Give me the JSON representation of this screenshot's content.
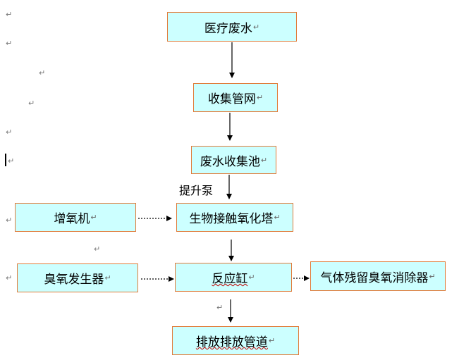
{
  "nodes": {
    "medical_wastewater": "医疗废水",
    "collection_network": "收集管网",
    "wastewater_tank": "废水收集池",
    "bio_tower": "生物接触氧化塔",
    "aerator": "增氧机",
    "ozone_generator": "臭氧发生器",
    "reaction_tank": "反应缸",
    "ozone_eliminator": "气体残留臭氧消除器",
    "discharge_pipe": "排放排放管道"
  },
  "edge_labels": {
    "lift_pump": "提升泵"
  },
  "paragraph_mark": "↵",
  "colors": {
    "box_fill": "#ccffff",
    "box_border": "#e07b39",
    "arrow": "#000000"
  }
}
